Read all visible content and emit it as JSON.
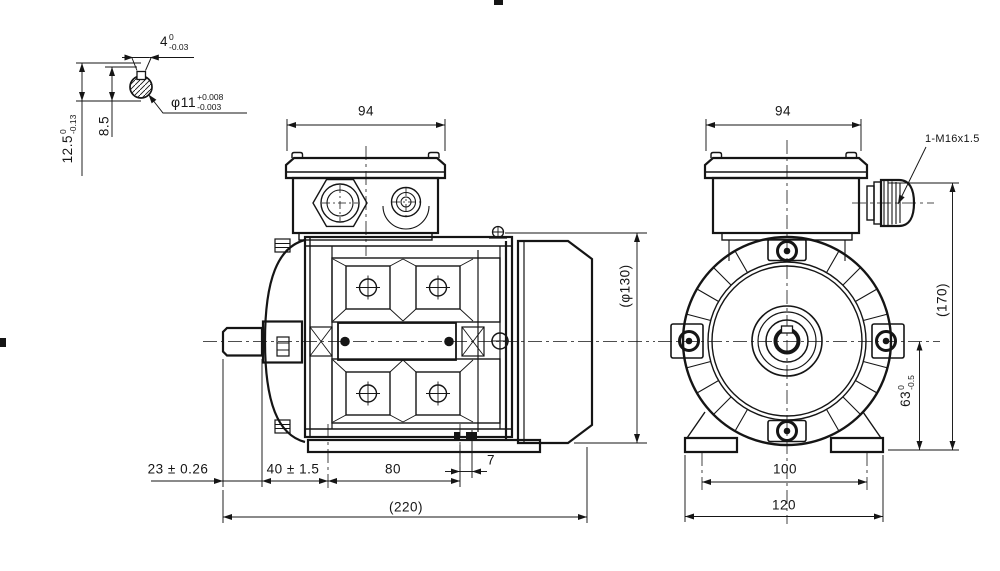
{
  "drawing": {
    "colors": {
      "line": "#151515",
      "background": "#ffffff"
    },
    "shaft_detail": {
      "key_width": {
        "value": "4",
        "upper": "0",
        "lower": "-0.03"
      },
      "shaft_dia": {
        "value": "φ11",
        "upper": "+0.008",
        "lower": "-0.003"
      },
      "keyseat_depth": "8.5",
      "key_overall": {
        "value": "12.5",
        "upper": "0",
        "lower": "-0.13"
      }
    },
    "side_view": {
      "terminal_box_width": "94",
      "fan_cover_dia": "(φ130)",
      "shaft_length": "23 ± 0.26",
      "shoulder_to_foot_hole": "40 ± 1.5",
      "foot_hole_spacing": "80",
      "foot_slot_width": "7",
      "overall_length": "(220)"
    },
    "front_view": {
      "terminal_box_width": "94",
      "cable_gland_label": "1-M16x1.5",
      "overall_height": "(170)",
      "shaft_height": {
        "value": "63",
        "upper": "0",
        "lower": "-0.5"
      },
      "foot_hole_span": "100",
      "base_width": "120"
    }
  }
}
